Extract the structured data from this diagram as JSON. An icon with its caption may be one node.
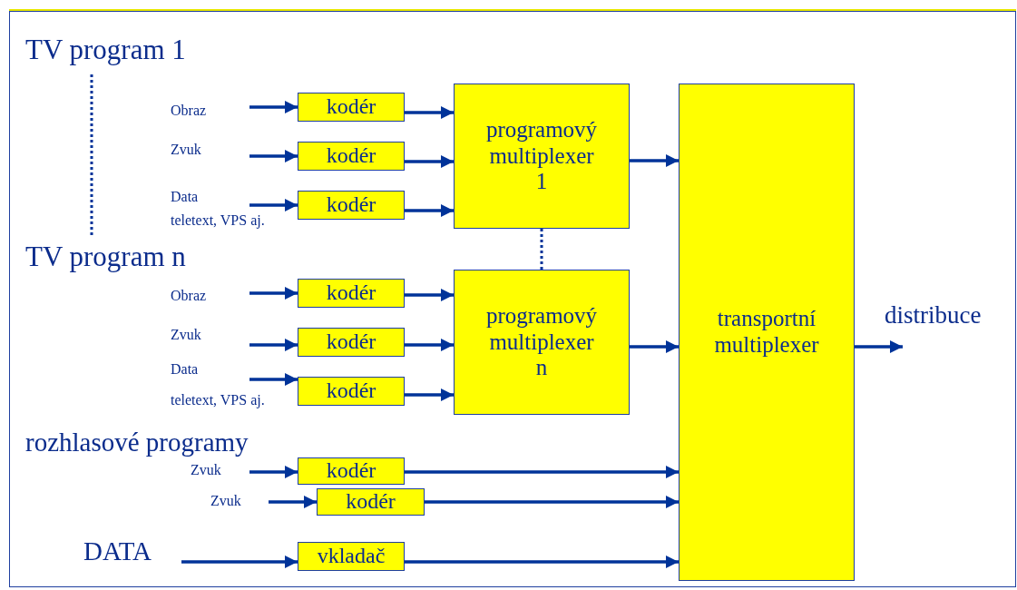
{
  "diagram": {
    "nodes": [
      {
        "text": [
          "kodér"
        ]
      },
      {
        "text": [
          "kodér"
        ]
      },
      {
        "text": [
          "kodér"
        ]
      },
      {
        "text": [
          "programový multiplexer 1"
        ]
      },
      {
        "text": [
          "kodér"
        ]
      },
      {
        "text": [
          "kodér"
        ]
      },
      {
        "text": [
          "kodér"
        ]
      },
      {
        "text": [
          "programový multiplexer n"
        ]
      },
      {
        "text": [
          "kodér"
        ]
      },
      {
        "text": [
          "kodér"
        ]
      },
      {
        "text": [
          "vkladač"
        ]
      },
      {
        "text": [
          "transportní multiplexer"
        ]
      }
    ],
    "edges": [
      {
        "from": null,
        "to": 0,
        "arrow": "to"
      },
      {
        "from": null,
        "to": 1,
        "arrow": "to"
      },
      {
        "from": null,
        "to": 2,
        "arrow": "to"
      },
      {
        "from": 0,
        "to": 3,
        "arrow": "to"
      },
      {
        "from": 1,
        "to": 3,
        "arrow": "to"
      },
      {
        "from": 2,
        "to": 3,
        "arrow": "to"
      },
      {
        "from": 3,
        "to": 11,
        "arrow": "to"
      },
      {
        "from": 3,
        "to": 7,
        "arrow": "none",
        "style": "dashed"
      },
      {
        "from": null,
        "to": 4,
        "arrow": "to"
      },
      {
        "from": null,
        "to": 5,
        "arrow": "to"
      },
      {
        "from": null,
        "to": 6,
        "arrow": "to"
      },
      {
        "from": 4,
        "to": 7,
        "arrow": "to"
      },
      {
        "from": 5,
        "to": 7,
        "arrow": "to"
      },
      {
        "from": 6,
        "to": 7,
        "arrow": "to"
      },
      {
        "from": 7,
        "to": 11,
        "arrow": "to"
      },
      {
        "from": null,
        "to": 8,
        "arrow": "to"
      },
      {
        "from": null,
        "to": 9,
        "arrow": "to"
      },
      {
        "from": 8,
        "to": 11,
        "arrow": "to"
      },
      {
        "from": 9,
        "to": 11,
        "arrow": "to"
      },
      {
        "from": null,
        "to": 10,
        "arrow": "to"
      },
      {
        "from": 10,
        "to": 11,
        "arrow": "to"
      },
      {
        "from": 11,
        "to": null,
        "arrow": "to"
      }
    ],
    "labels": [
      "TV program 1",
      "Obraz",
      "Zvuk",
      "Data",
      "teletext, VPS aj.",
      "TV program n",
      "Obraz",
      "Zvuk",
      "Data",
      "teletext, VPS aj.",
      "distribuce",
      "rozhlasové programy",
      "Zvuk",
      "Zvuk",
      "DATA"
    ]
  }
}
